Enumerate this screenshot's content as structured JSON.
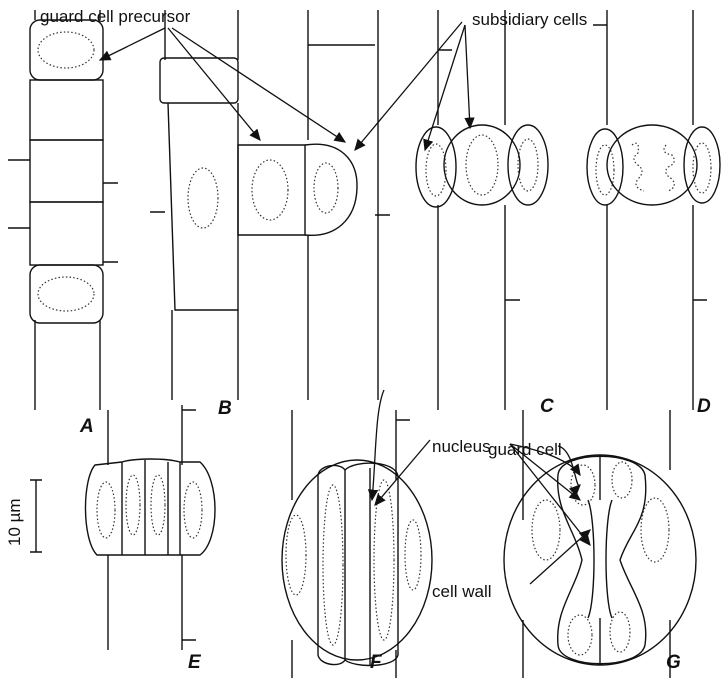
{
  "labels": {
    "guard_cell_precursor": "guard cell precursor",
    "subsidiary_cells": "subsidiary cells",
    "guard_cell": "guard cell",
    "nucleus": "nucleus",
    "cell_wall": "cell wall"
  },
  "scale_bar": "10 µm",
  "panels": [
    "A",
    "B",
    "C",
    "D",
    "E",
    "F",
    "G"
  ]
}
